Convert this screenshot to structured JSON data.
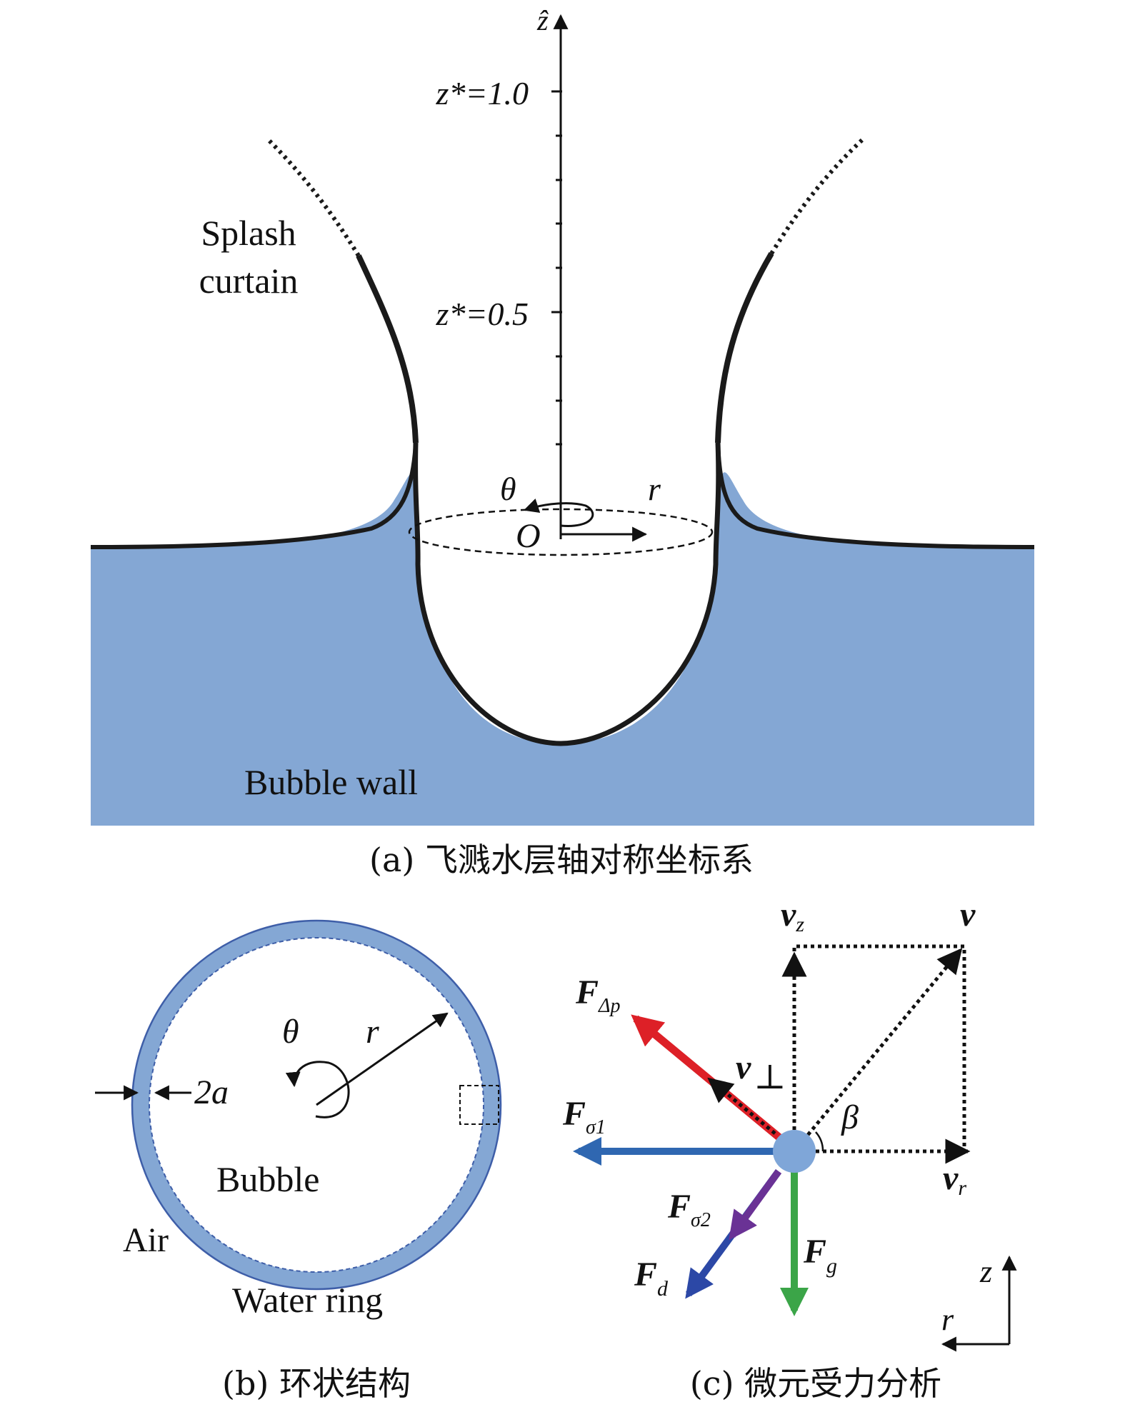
{
  "colors": {
    "water": "#84a7d4",
    "water_ring": "#84a7d4",
    "ring_edge": "#3e5ea8",
    "outline": "#1a1a1a",
    "red_arrow": "#dd2027",
    "blue_arrow": "#2f67b1",
    "purple_arrow": "#6a3295",
    "dblue_arrow": "#2c48a6",
    "green_arrow": "#3ba548",
    "particle": "#7fa6d8"
  },
  "panel_a": {
    "axis_label": "ẑ",
    "tick_upper": "z*=1.0",
    "tick_middle": "z*=0.5",
    "theta": "θ",
    "r": "r",
    "origin": "O",
    "splash_line1": "Splash",
    "splash_line2": "curtain",
    "bubble_wall": "Bubble wall",
    "caption": "(a) 飞溅水层轴对称坐标系"
  },
  "panel_b": {
    "theta": "θ",
    "r": "r",
    "thickness": "2a",
    "bubble": "Bubble",
    "air": "Air",
    "water_ring": "Water ring",
    "caption": "(b) 环状结构"
  },
  "panel_c": {
    "vz": "v",
    "vz_sub": "z",
    "v": "v",
    "F_dp": "F",
    "F_dp_sub": "Δp",
    "v_perp": "v",
    "v_perp_sym": "⊥",
    "F_s1": "F",
    "F_s1_sub": "σ1",
    "beta": "β",
    "vr": "v",
    "vr_sub": "r",
    "F_s2": "F",
    "F_s2_sub": "σ2",
    "F_g": "F",
    "F_g_sub": "g",
    "F_d": "F",
    "F_d_sub": "d",
    "axis_z": "z",
    "axis_r": "r",
    "caption": "(c) 微元受力分析"
  }
}
